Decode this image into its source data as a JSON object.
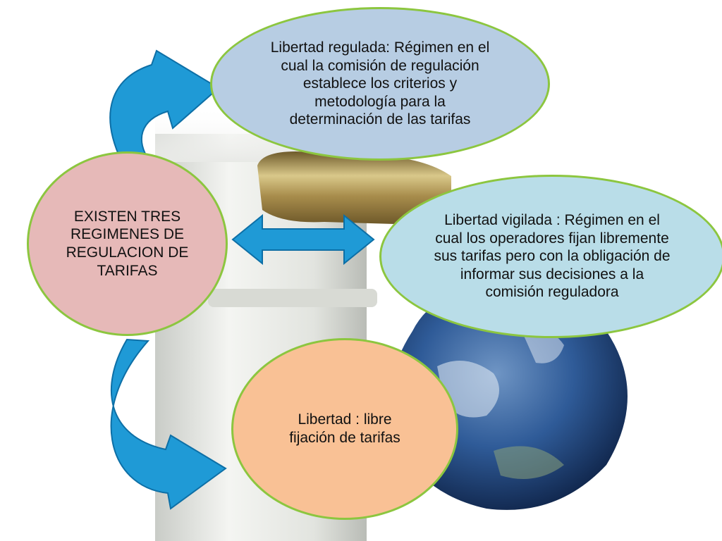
{
  "diagram": {
    "center": {
      "text": "EXISTEN TRES REGIMENES  DE REGULACION  DE TARIFAS"
    },
    "top": {
      "text": "Libertad  regulada: Régimen en el cual  la comisión de regulación  establece los criterios  y metodología para la determinación  de las tarifas"
    },
    "right": {
      "text": "Libertad vigilada : Régimen en el cual los operadores  fijan libremente sus tarifas  pero con la obligación de informar  sus decisiones a la comisión reguladora"
    },
    "bottom": {
      "text": "Libertad : libre fijación de tarifas"
    }
  },
  "colors": {
    "node_border": "#8cc63f",
    "center_fill": "#e6b9b8",
    "top_fill": "#b7cde3",
    "right_fill": "#b9dde8",
    "bottom_fill": "#f9c195",
    "arrow_fill": "#1f9ad6"
  }
}
